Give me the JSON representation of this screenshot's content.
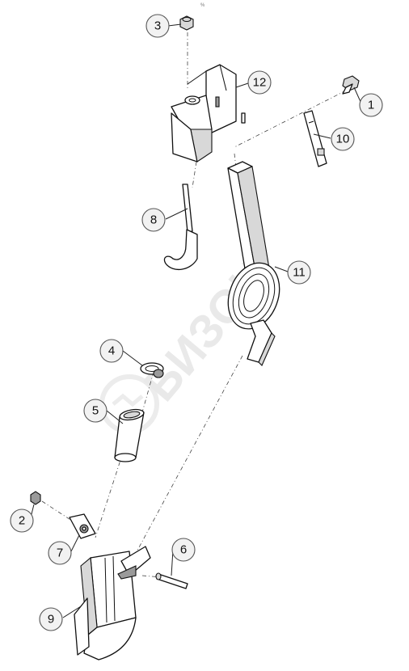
{
  "top_mark": "%",
  "watermark": {
    "text": "БИЗОН",
    "color": "#e9e9e9"
  },
  "parts": [
    {
      "number": "1",
      "name": "bolt"
    },
    {
      "number": "2",
      "name": "nut"
    },
    {
      "number": "3",
      "name": "nut"
    },
    {
      "number": "4",
      "name": "clamp"
    },
    {
      "number": "5",
      "name": "tube"
    },
    {
      "number": "6",
      "name": "pin"
    },
    {
      "number": "7",
      "name": "clamp-plate"
    },
    {
      "number": "8",
      "name": "hook-bolt"
    },
    {
      "number": "9",
      "name": "coulter"
    },
    {
      "number": "10",
      "name": "plate"
    },
    {
      "number": "11",
      "name": "spring-tine"
    },
    {
      "number": "12",
      "name": "bracket"
    }
  ]
}
